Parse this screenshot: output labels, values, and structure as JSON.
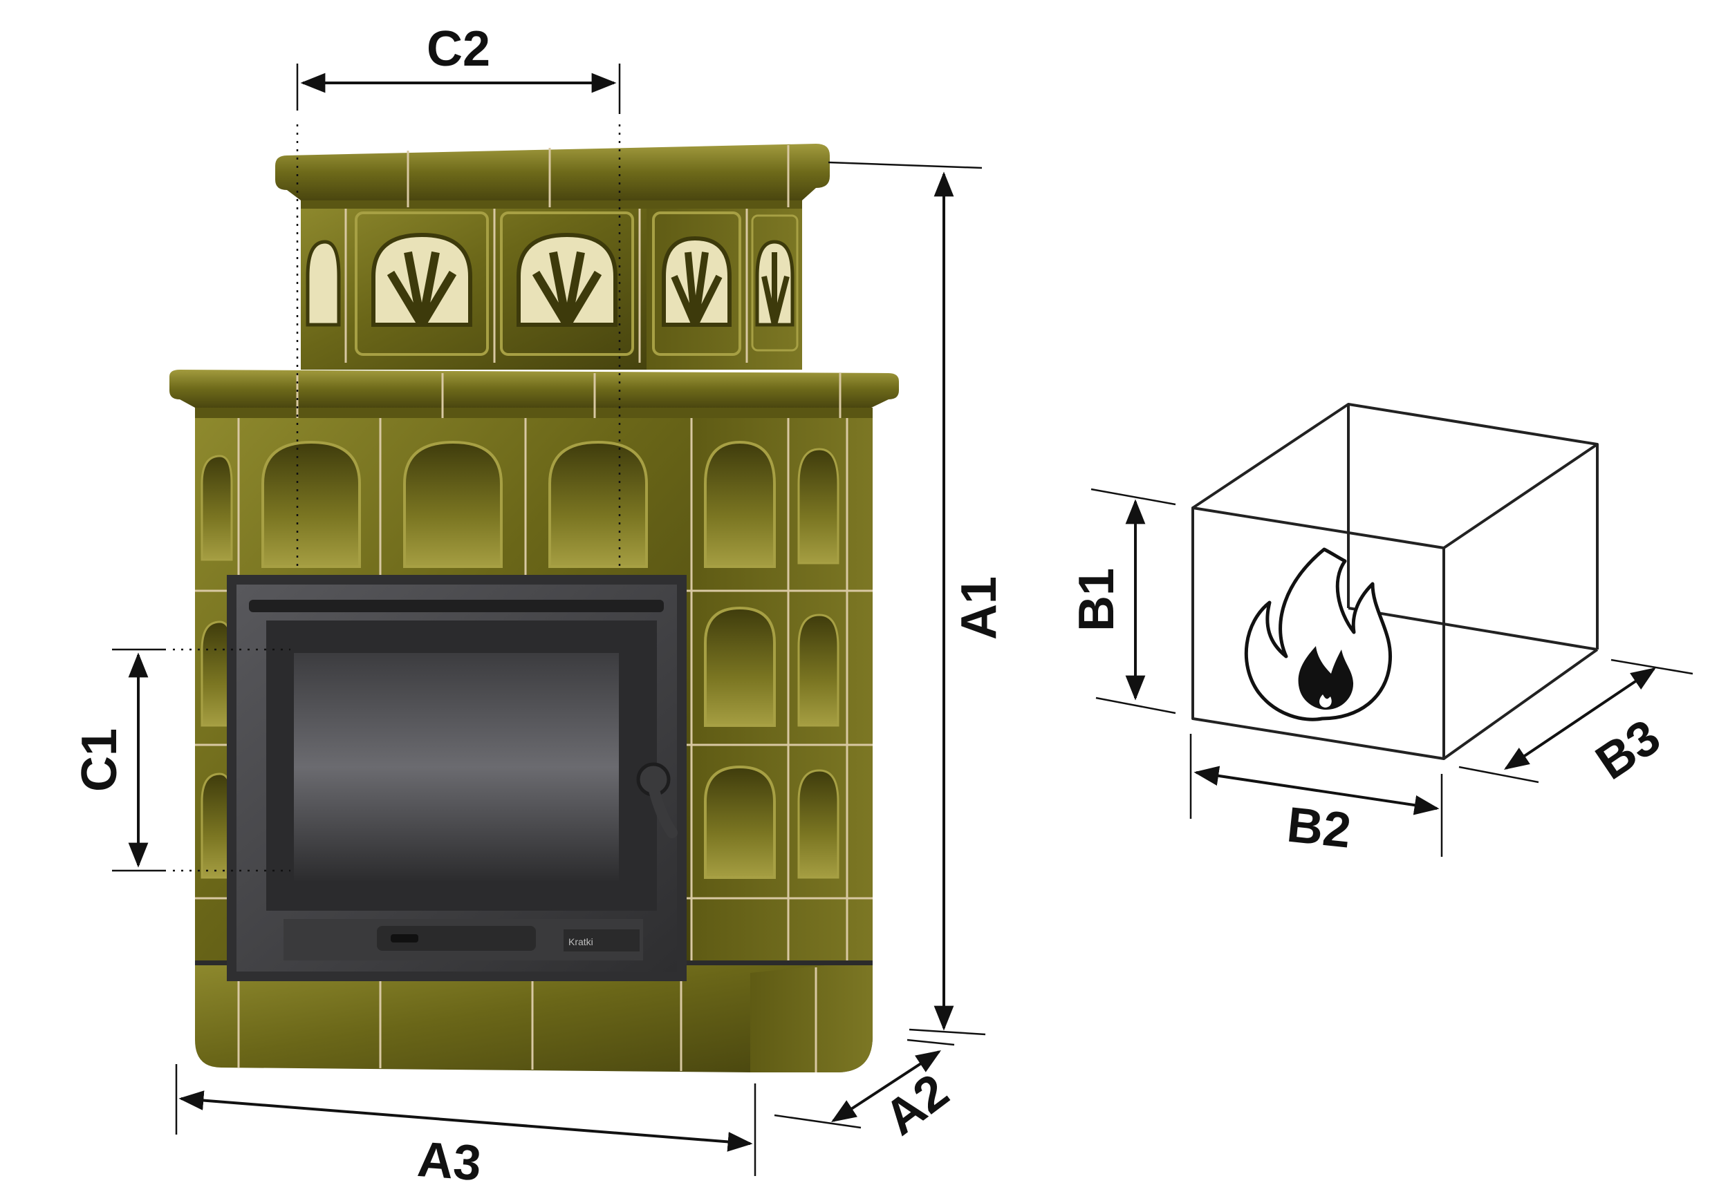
{
  "stove": {
    "tile_color": "#6e6a1a",
    "tile_highlight": "#a7a044",
    "tile_shadow": "#3d3a0b",
    "joint_color": "#d8c8a2",
    "metal_color": "#3a3a3c",
    "door_brand": "Kratki"
  },
  "dimensions": {
    "a1": "A1",
    "a2": "A2",
    "a3": "A3",
    "b1": "B1",
    "b2": "B2",
    "b3": "B3",
    "c1": "C1",
    "c2": "C2"
  },
  "icons": {
    "firebox": "flame-icon"
  }
}
